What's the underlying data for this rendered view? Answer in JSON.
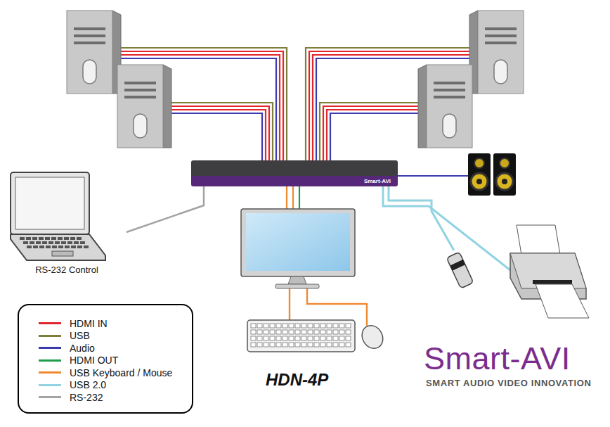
{
  "diagram": {
    "nodes": [
      {
        "text": [
          "Smart-AVI"
        ]
      },
      {
        "text": [
          "RS-232 Control"
        ]
      }
    ],
    "edges": [
      {
        "from": 1,
        "to": 0,
        "arrow": "none"
      }
    ],
    "labels": [
      "HDN-4P",
      "Smart-AVI",
      "SMART AUDIO VIDEO INNOVATION"
    ],
    "legend": [
      {
        "text": "HDMI IN",
        "color": "#e3262b"
      },
      {
        "text": "USB",
        "color": "#7f7f3c"
      },
      {
        "text": "Audio",
        "color": "#3b3bb0"
      },
      {
        "text": "HDMI OUT",
        "color": "#1f9c4b"
      },
      {
        "text": "USB Keyboard / Mouse",
        "color": "#f08a32"
      },
      {
        "text": "USB 2.0",
        "color": "#92d3e2"
      },
      {
        "text": "RS-232",
        "color": "#a3a3a3"
      }
    ]
  }
}
